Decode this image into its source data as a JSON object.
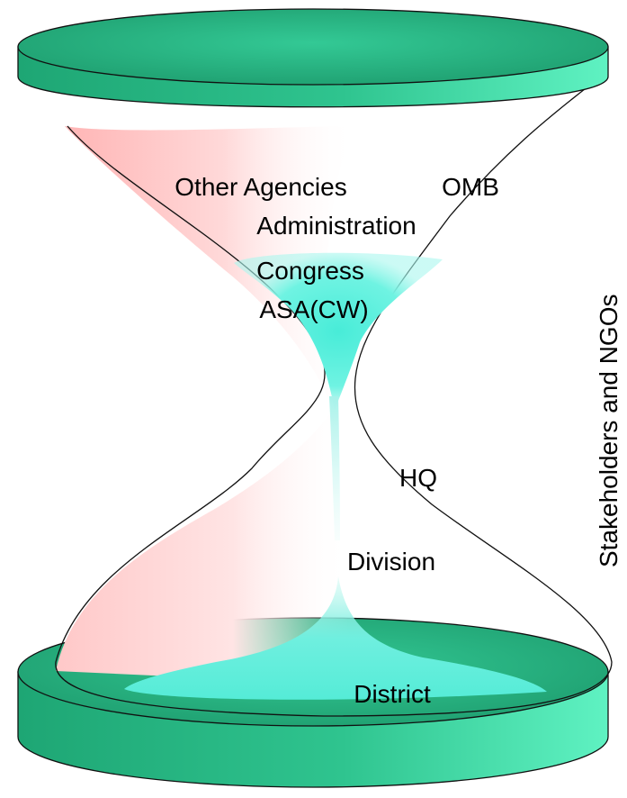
{
  "labels": {
    "other_agencies": "Other Agencies",
    "omb": "OMB",
    "administration": "Administration",
    "congress": "Congress",
    "asa_cw": "ASA(CW)",
    "hq": "HQ",
    "division": "Division",
    "district": "District",
    "stakeholders": "Stakeholders and NGOs"
  },
  "colors": {
    "disc_top": "#2dbd8a",
    "disc_side_light": "#5ff2c2",
    "disc_side_dark": "#1ea674",
    "glass_pink": "#ffc4c4",
    "glass_cyan": "#56f0dc",
    "outline": "#111111"
  }
}
